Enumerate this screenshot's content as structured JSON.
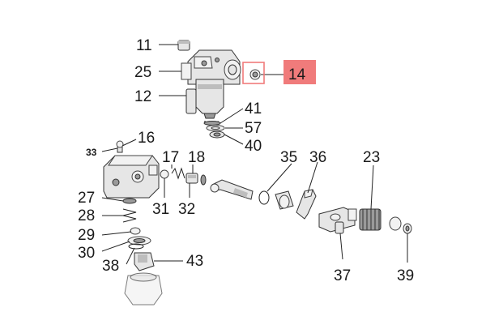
{
  "highlight_color": "#f07b7b",
  "highlight_label": "14",
  "labels": {
    "p11": "11",
    "p25": "25",
    "p12": "12",
    "p14": "14",
    "p41": "41",
    "p57": "57",
    "p40": "40",
    "p16": "16",
    "p33": "33",
    "p17": "17",
    "p18": "18",
    "p31": "31",
    "p32": "32",
    "p35": "35",
    "p36": "36",
    "p23": "23",
    "p27": "27",
    "p28": "28",
    "p29": "29",
    "p30": "30",
    "p38": "38",
    "p43": "43",
    "p37": "37",
    "p39": "39"
  }
}
